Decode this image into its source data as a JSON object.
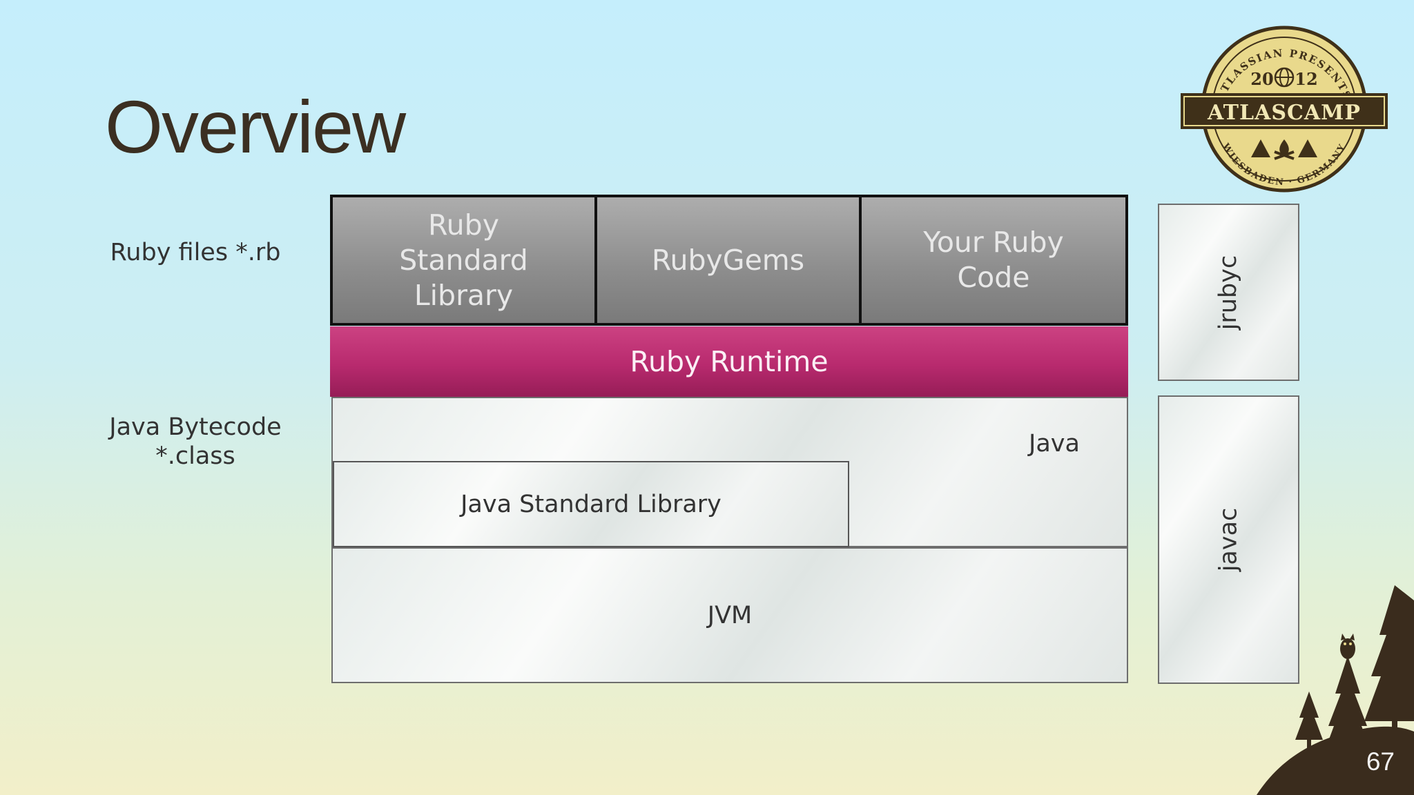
{
  "slide": {
    "title": "Overview",
    "page_number": "67"
  },
  "left_labels": {
    "ruby_files": "Ruby files *.rb",
    "java_bytecode_line1": "Java Bytecode",
    "java_bytecode_line2": "*.class"
  },
  "layers": {
    "ruby_stdlib_line1": "Ruby",
    "ruby_stdlib_line2": "Standard",
    "ruby_stdlib_line3": "Library",
    "rubygems": "RubyGems",
    "your_code_line1": "Your Ruby",
    "your_code_line2": "Code",
    "ruby_runtime": "Ruby Runtime",
    "java": "Java",
    "java_stdlib": "Java Standard Library",
    "jvm": "JVM"
  },
  "side_tools": {
    "jrubyc": "jrubyc",
    "javac": "javac"
  },
  "logo": {
    "arc_top": "ATLASSIAN PRESENTS",
    "year_left": "20",
    "year_right": "12",
    "banner": "ATLASCAMP",
    "arc_bottom": "WIESBADEN · GERMANY"
  },
  "colors": {
    "runtime": "#b82a6e",
    "gray_block": "#8c8c8c",
    "logo_gold": "#e9d98c",
    "logo_dark": "#3f3019",
    "trees": "#3a2c1d"
  }
}
